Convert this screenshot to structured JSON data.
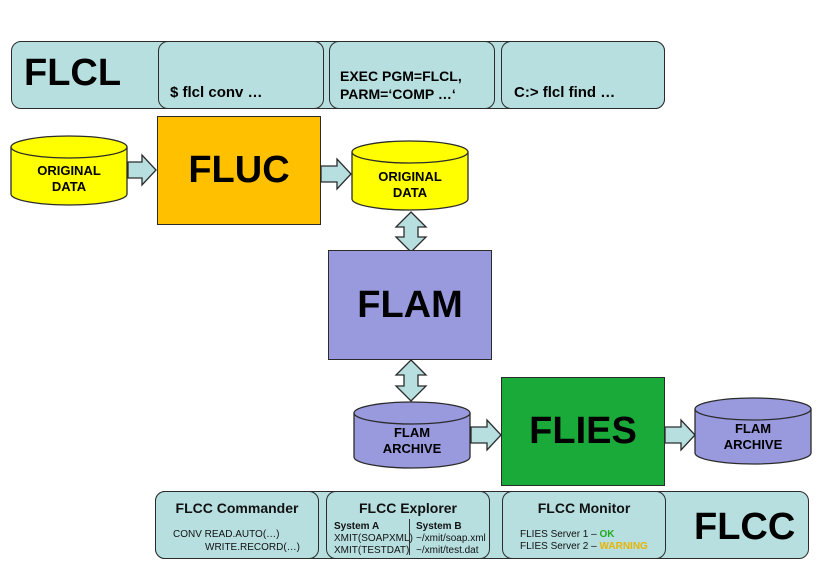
{
  "flcl": {
    "title": "FLCL",
    "cmd1": "$ flcl conv …",
    "cmd2_line1": "EXEC PGM=FLCL,",
    "cmd2_line2": "PARM=‘COMP …‘",
    "cmd3": "C:> flcl find …"
  },
  "nodes": {
    "original_data_left": [
      "ORIGINAL",
      "DATA"
    ],
    "fluc": "FLUC",
    "original_data_right": [
      "ORIGINAL",
      "DATA"
    ],
    "flam": "FLAM",
    "flam_archive_left": [
      "FLAM",
      "ARCHIVE"
    ],
    "flies": "FLIES",
    "flam_archive_right": [
      "FLAM",
      "ARCHIVE"
    ]
  },
  "flcc": {
    "title": "FLCC",
    "commander": {
      "title": "FLCC Commander",
      "line1": "CONV READ.AUTO(…)",
      "line2": "WRITE.RECORD(…)"
    },
    "explorer": {
      "title": "FLCC Explorer",
      "sysA": {
        "head": "System A",
        "rows": [
          "XMIT(SOAPXML)",
          "XMIT(TESTDAT)"
        ]
      },
      "sysB": {
        "head": "System B",
        "rows": [
          "~/xmit/soap.xml",
          "~/xmit/test.dat"
        ]
      }
    },
    "monitor": {
      "title": "FLCC Monitor",
      "row1_prefix": "FLIES Server 1 – ",
      "row1_status": "OK",
      "row2_prefix": "FLIES Server 2 – ",
      "row2_status": "WARNING"
    }
  },
  "colors": {
    "pill": "#b7dfe0",
    "cylinder_yellow": "#ffff00",
    "cylinder_purple": "#9999dd",
    "fluc": "#ffc000",
    "flam": "#9999dd",
    "flies": "#1aaa3a",
    "arrow": "#b7dfe0",
    "ok": "#22aa22",
    "warning": "#e8b400"
  },
  "icons": {
    "arrow": "block-arrow-icon",
    "double_arrow": "double-arrow-icon",
    "cylinder": "database-cylinder-icon"
  }
}
